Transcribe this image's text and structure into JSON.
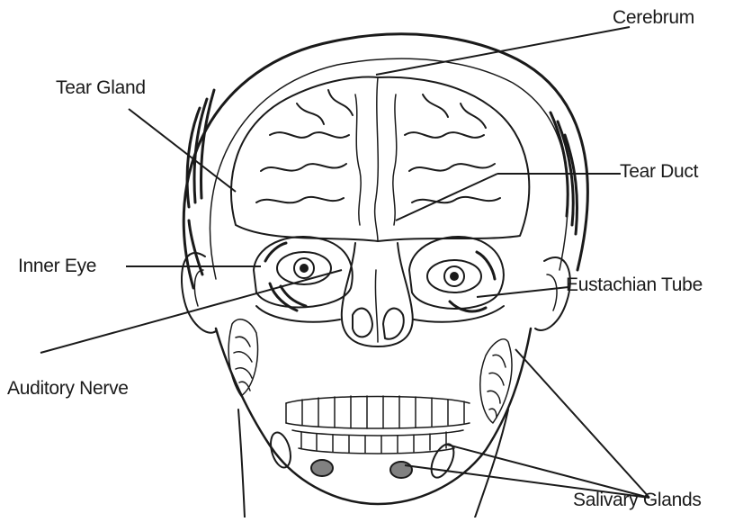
{
  "labels": {
    "cerebrum": "Cerebrum",
    "tear_gland": "Tear Gland",
    "tear_duct": "Tear Duct",
    "inner_eye": "Inner Eye",
    "eustachian_tube": "Eustachian Tube",
    "auditory_nerve": "Auditory Nerve",
    "salivary_glands": "Salivary Glands"
  },
  "colors": {
    "ink": "#1a1a1a",
    "background": "#ffffff"
  }
}
